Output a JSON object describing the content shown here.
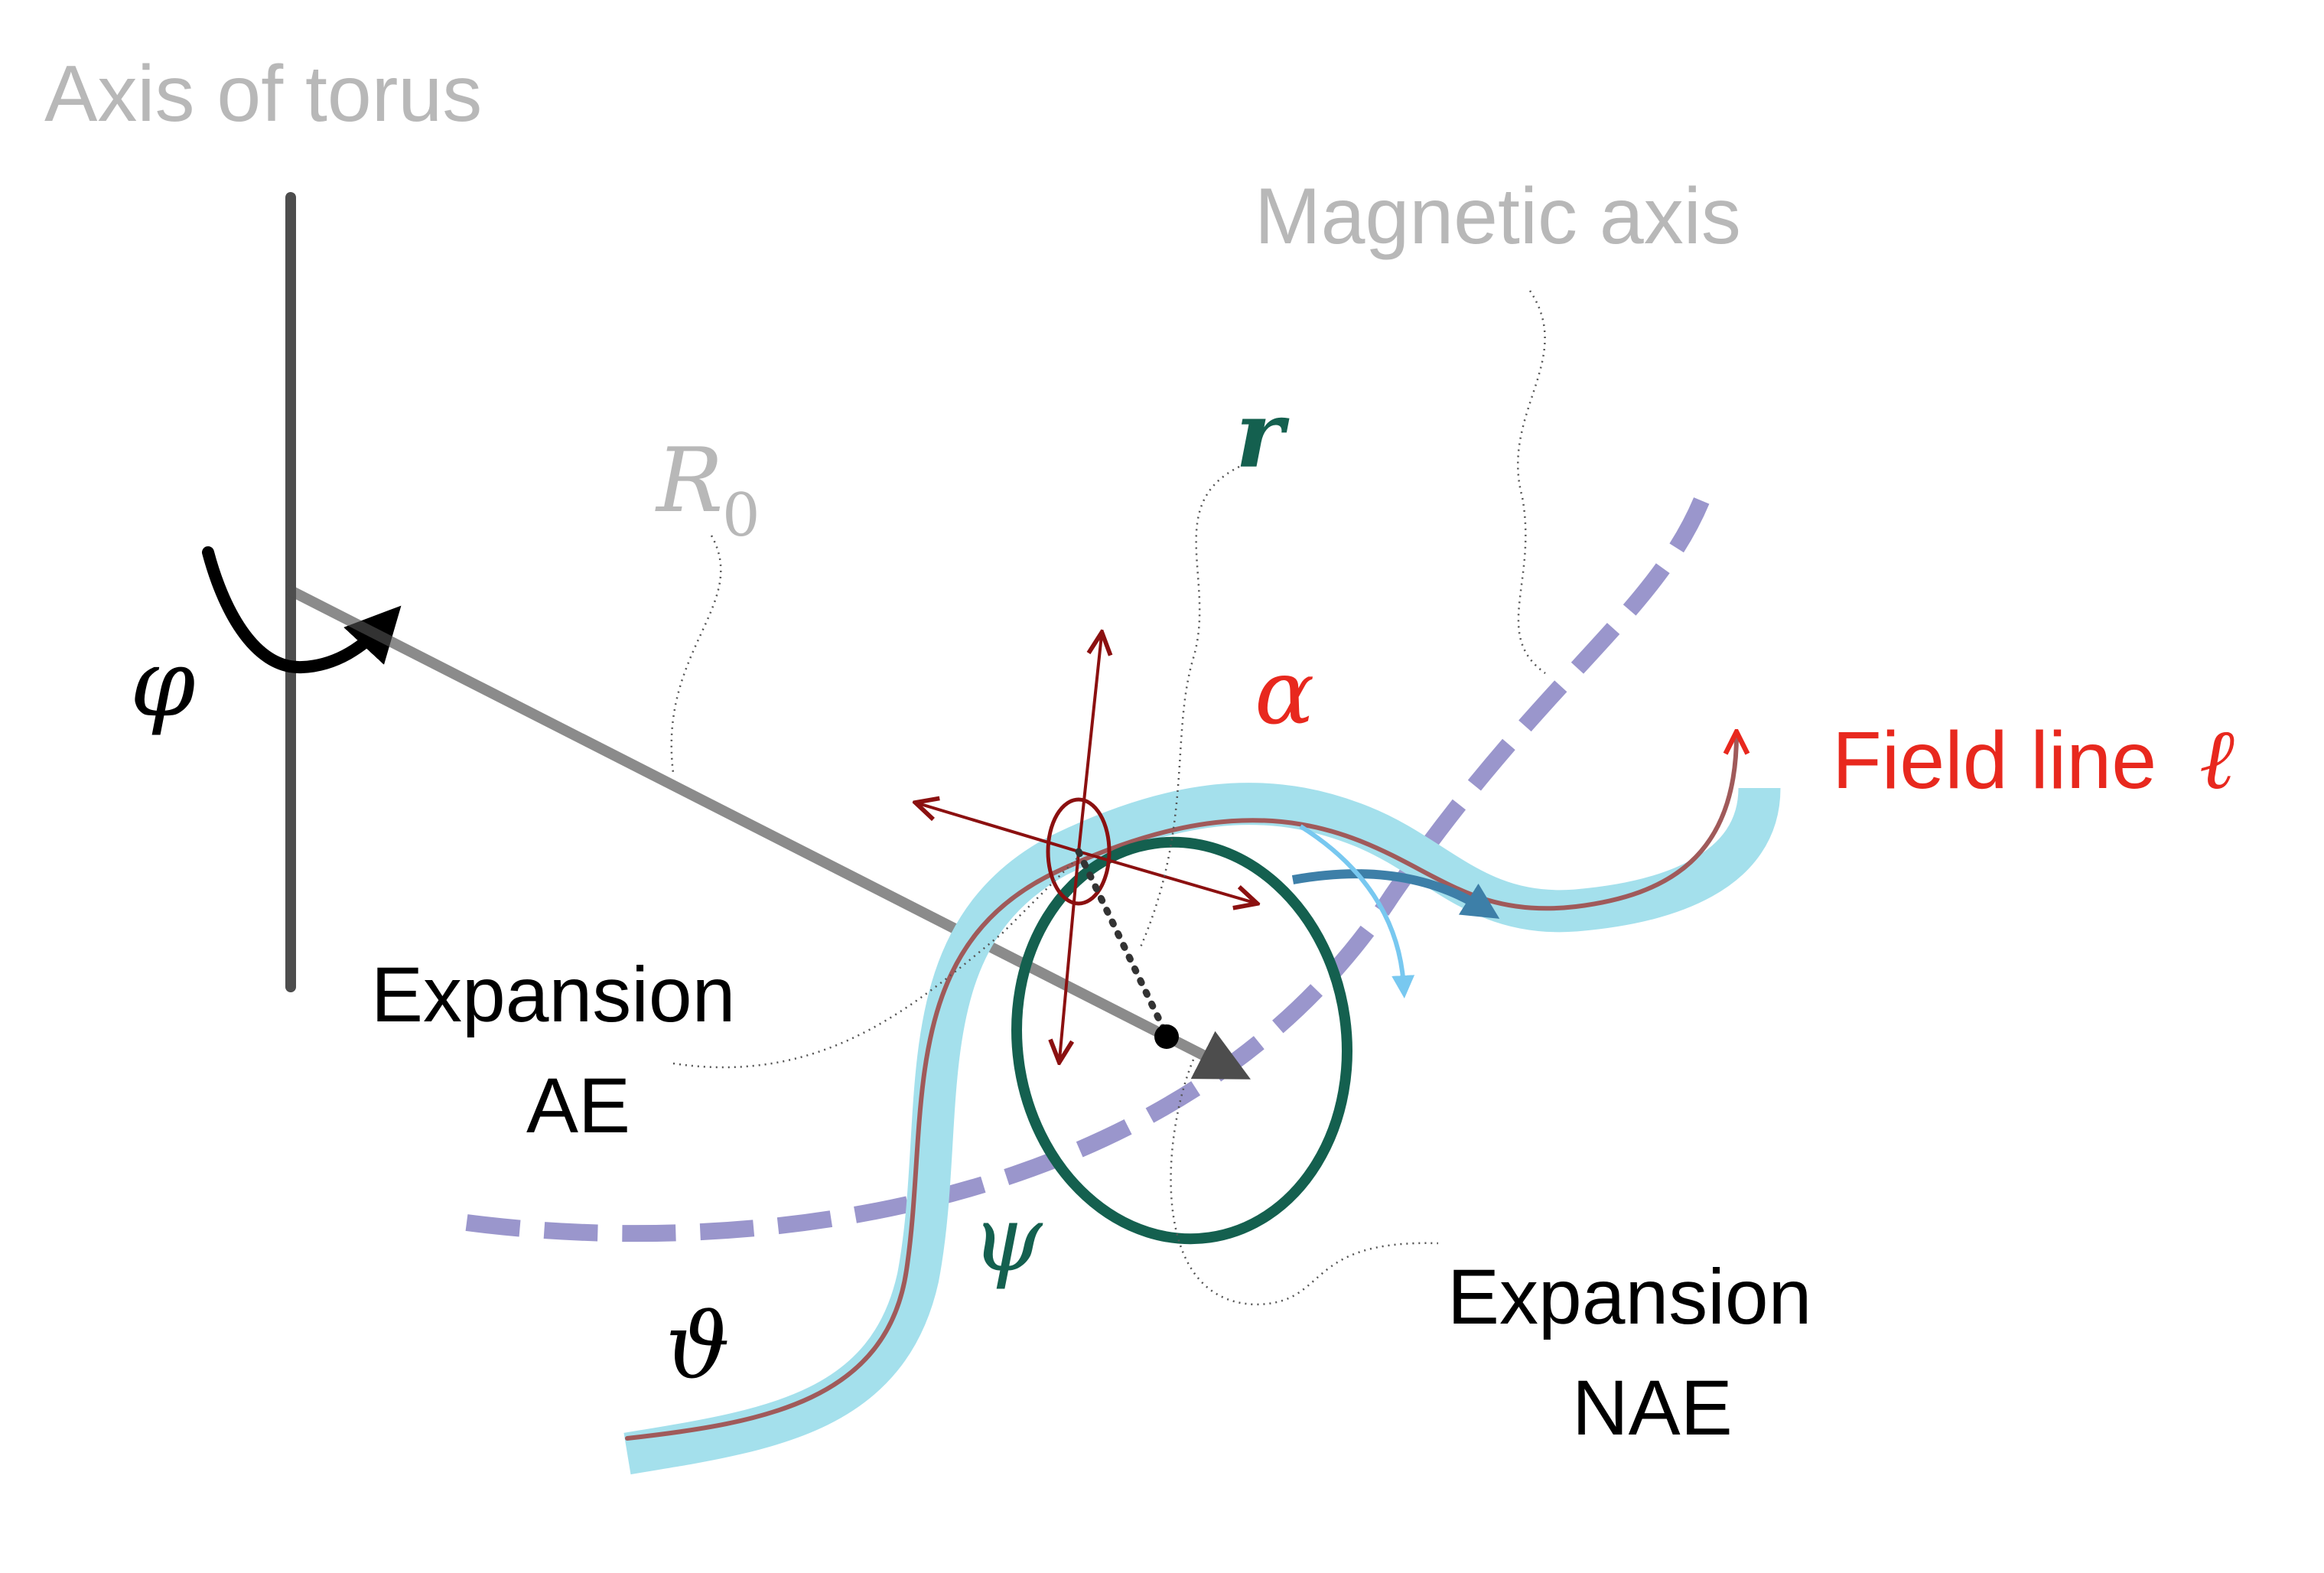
{
  "labels": {
    "axis_of_torus": "Axis of torus",
    "magnetic_axis": "Magnetic axis",
    "r0_main": "R",
    "r0_sub": "0",
    "r": "r",
    "alpha": "α",
    "field_line": "Field line",
    "ell": "ℓ",
    "phi": "φ",
    "psi": "ψ",
    "theta": "ϑ",
    "expansion_ae_1": "Expansion",
    "expansion_ae_2": "AE",
    "expansion_nae_1": "Expansion",
    "expansion_nae_2": "NAE"
  },
  "colors": {
    "axis_grey": "#4d4d4d",
    "label_grey": "#b8b8b8",
    "magnetic_axis": "#9a96cc",
    "tube": "#a4e0ec",
    "field_line": "#a05a5a",
    "red_text": "#e8281e",
    "dark_red": "#8b1010",
    "teal": "#14604f",
    "blue_arrow": "#3d7fa8",
    "light_blue_arrow": "#78c8f0",
    "black": "#000000"
  }
}
